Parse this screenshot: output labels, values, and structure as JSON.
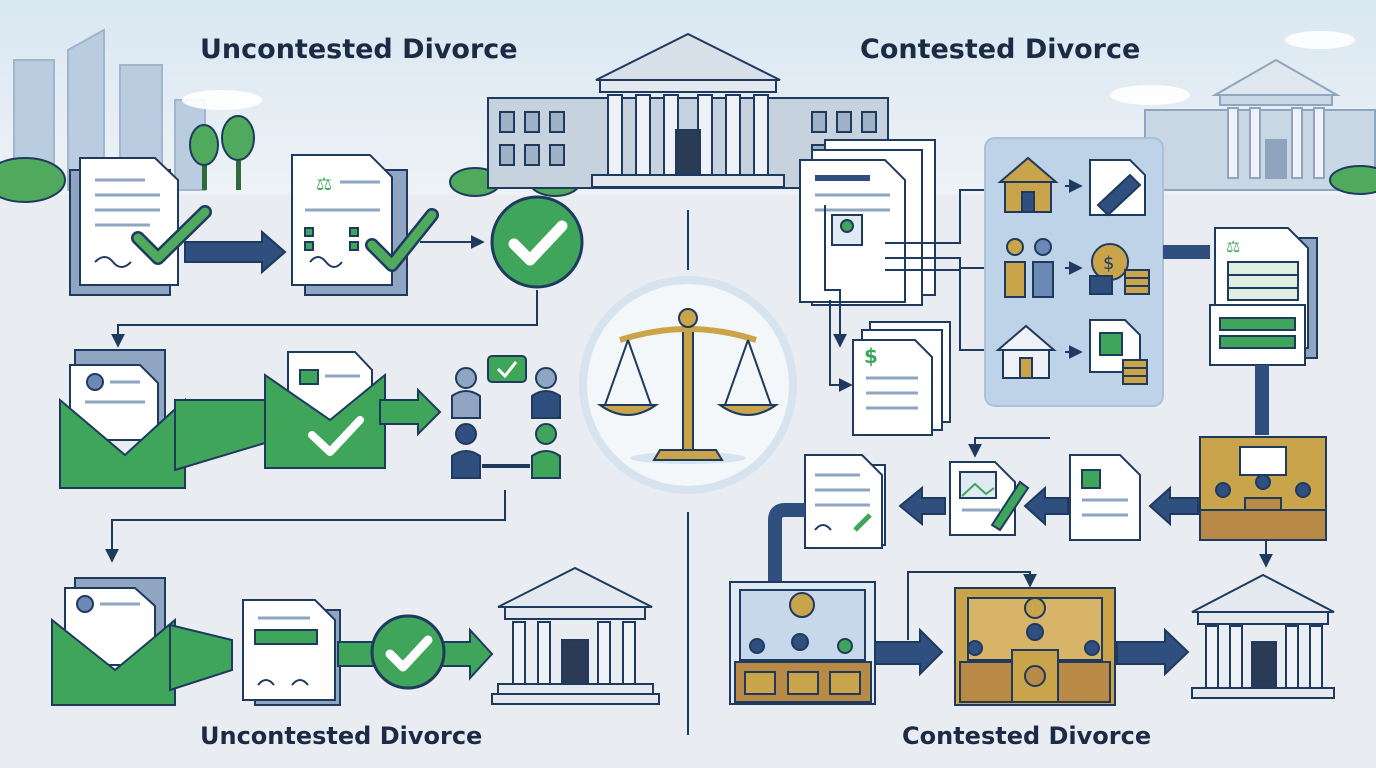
{
  "titles": {
    "top_left": "Uncontested Divorce",
    "top_right": "Contested Divorce",
    "bottom_left": "Uncontested Divorce",
    "bottom_right": "Contested Divorce"
  },
  "symbols": {
    "money_sign": "$"
  },
  "colors": {
    "navy": "#1f3a5f",
    "green": "#3fa55b",
    "green_light": "#6cc07f",
    "arrow_blue": "#2f4f7f",
    "gold": "#c9a44a",
    "wood": "#b88a45",
    "sky": "#dfeaf3",
    "ground": "#e9edf2"
  }
}
